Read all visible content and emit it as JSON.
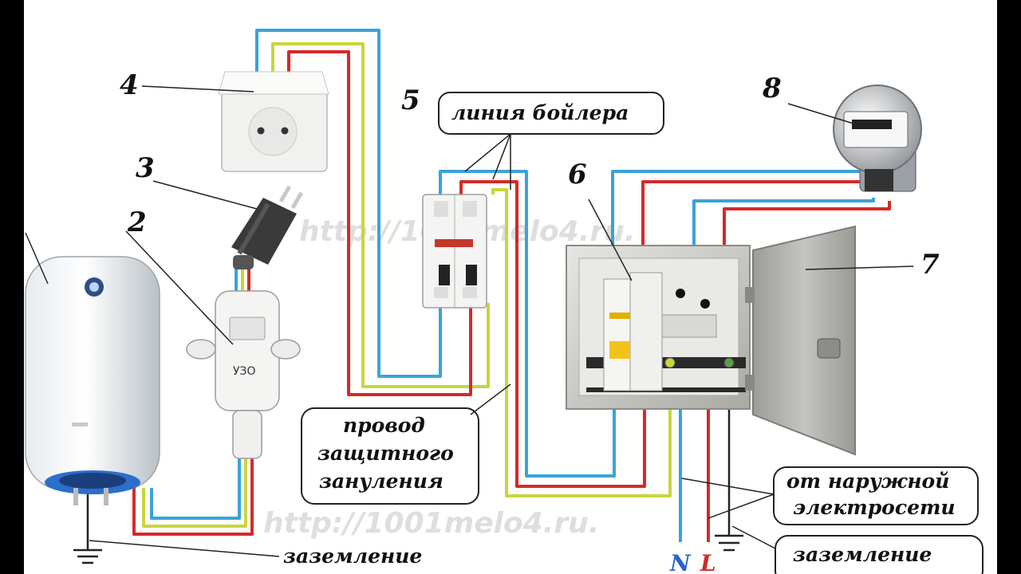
{
  "colors": {
    "phase": "#d42a2a",
    "neutral": "#3aa3d8",
    "ground": "#c8d63a",
    "ground_inner": "#e8d34a",
    "text": "#111111",
    "n_label": "#2a62c8",
    "l_label": "#d42a2a"
  },
  "numbers": {
    "n2": "2",
    "n3": "3",
    "n4": "4",
    "n5": "5",
    "n6": "6",
    "n7": "7",
    "n8": "8"
  },
  "labels": {
    "boiler_line": "линия бойлера",
    "protective_line1": "провод",
    "protective_line2": "защитного",
    "protective_line3": "зануления",
    "outer_line1": "от наружной",
    "outer_line2": "электросети",
    "ground_left": "заземление",
    "ground_right": "заземление",
    "uzo": "УЗО",
    "pole_n": "N",
    "pole_l": "L"
  },
  "watermark": {
    "text1": "http://1001melo4.ru.",
    "text2": "http://1001melo4.ru."
  },
  "icons": {
    "boiler": "water-heater-icon",
    "plug": "plug-icon",
    "socket": "socket-icon",
    "breaker": "circuit-breaker-icon",
    "panel": "electrical-panel-icon",
    "meter": "electricity-meter-icon",
    "ground": "ground-symbol-icon"
  }
}
